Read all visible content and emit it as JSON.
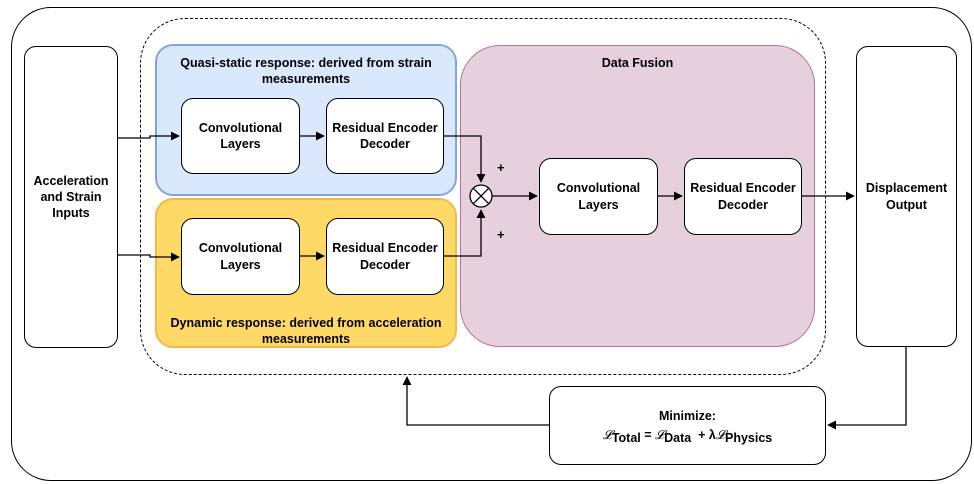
{
  "inputs": {
    "label": "Acceleration\nand Strain\nInputs"
  },
  "output": {
    "label": "Displacement\nOutput"
  },
  "quasi_static": {
    "title": "Quasi-static response: derived from strain\nmeasurements",
    "conv_label": "Convolutional\nLayers",
    "red_label": "Residual Encoder\nDecoder"
  },
  "dynamic": {
    "title": "Dynamic response: derived from acceleration\nmeasurements",
    "conv_label": "Convolutional\nLayers",
    "red_label": "Residual Encoder\nDecoder"
  },
  "fusion": {
    "title": "Data Fusion",
    "conv_label": "Convolutional\nLayers",
    "red_label": "Residual Encoder\nDecoder",
    "plus_top": "+",
    "plus_bottom": "+"
  },
  "loss": {
    "title": "Minimize:",
    "L_symbol": "𝓛",
    "total_sub": "Total",
    "eq": " = ",
    "data_sub": "Data",
    "plus_lambda": "  + λ",
    "physics_sub": "Physics"
  },
  "colors": {
    "quasi_fill": "#dae8fc",
    "quasi_stroke": "#6c8ebf",
    "dynamic_fill": "#ffd966",
    "dynamic_stroke": "#f2b84b",
    "fusion_fill": "#e6d0de",
    "fusion_stroke": "#b5739d"
  }
}
